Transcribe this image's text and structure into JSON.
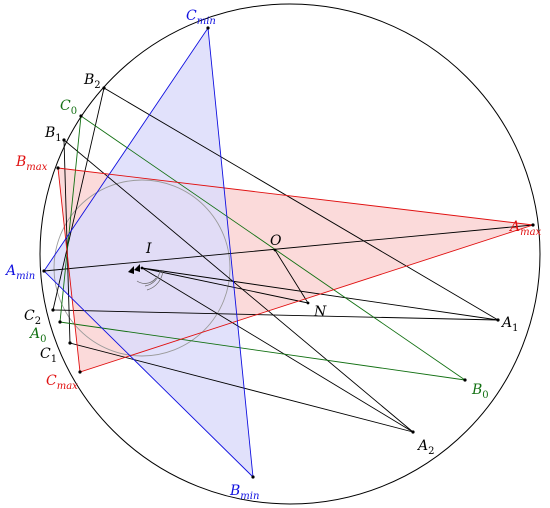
{
  "colors": {
    "black": "#000000",
    "blue": "#1010e0",
    "green": "#127012",
    "red": "#e01010",
    "blue_fill": "#dcdcfa",
    "red_fill": "#fbdada"
  },
  "labels": {
    "c_min": {
      "main": "C",
      "sub": "min"
    },
    "b_2": {
      "main": "B",
      "sub": "2"
    },
    "c_0": {
      "main": "C",
      "sub": "0"
    },
    "b_1": {
      "main": "B",
      "sub": "1"
    },
    "b_max": {
      "main": "B",
      "sub": "max"
    },
    "a_max": {
      "main": "A",
      "sub": "max"
    },
    "a_min": {
      "main": "A",
      "sub": "min"
    },
    "i": {
      "main": "I"
    },
    "o": {
      "main": "O"
    },
    "n": {
      "main": "N"
    },
    "c_2": {
      "main": "C",
      "sub": "2"
    },
    "a_0": {
      "main": "A",
      "sub": "0"
    },
    "c_1": {
      "main": "C",
      "sub": "1"
    },
    "c_max": {
      "main": "C",
      "sub": "max"
    },
    "a_1": {
      "main": "A",
      "sub": "1"
    },
    "b_0": {
      "main": "B",
      "sub": "0"
    },
    "a_2": {
      "main": "A",
      "sub": "2"
    },
    "b_min": {
      "main": "B",
      "sub": "min"
    }
  }
}
